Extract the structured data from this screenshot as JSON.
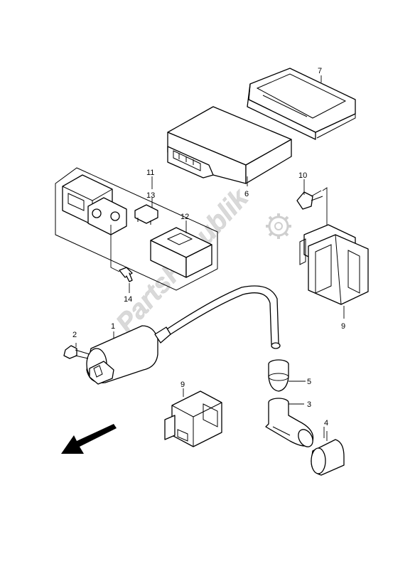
{
  "watermark": {
    "text": "PartsRepublik",
    "icon": "gear-icon"
  },
  "callouts": [
    {
      "id": "c1",
      "label": "1"
    },
    {
      "id": "c2",
      "label": "2"
    },
    {
      "id": "c3",
      "label": "3"
    },
    {
      "id": "c4",
      "label": "4"
    },
    {
      "id": "c5",
      "label": "5"
    },
    {
      "id": "c6",
      "label": "6"
    },
    {
      "id": "c7",
      "label": "7"
    },
    {
      "id": "c9a",
      "label": "9"
    },
    {
      "id": "c9b",
      "label": "9"
    },
    {
      "id": "c10",
      "label": "10"
    },
    {
      "id": "c11",
      "label": "11"
    },
    {
      "id": "c12",
      "label": "12"
    },
    {
      "id": "c13",
      "label": "13"
    },
    {
      "id": "c14",
      "label": "14"
    }
  ],
  "front_arrow_icon": "arrow-down-left-icon"
}
